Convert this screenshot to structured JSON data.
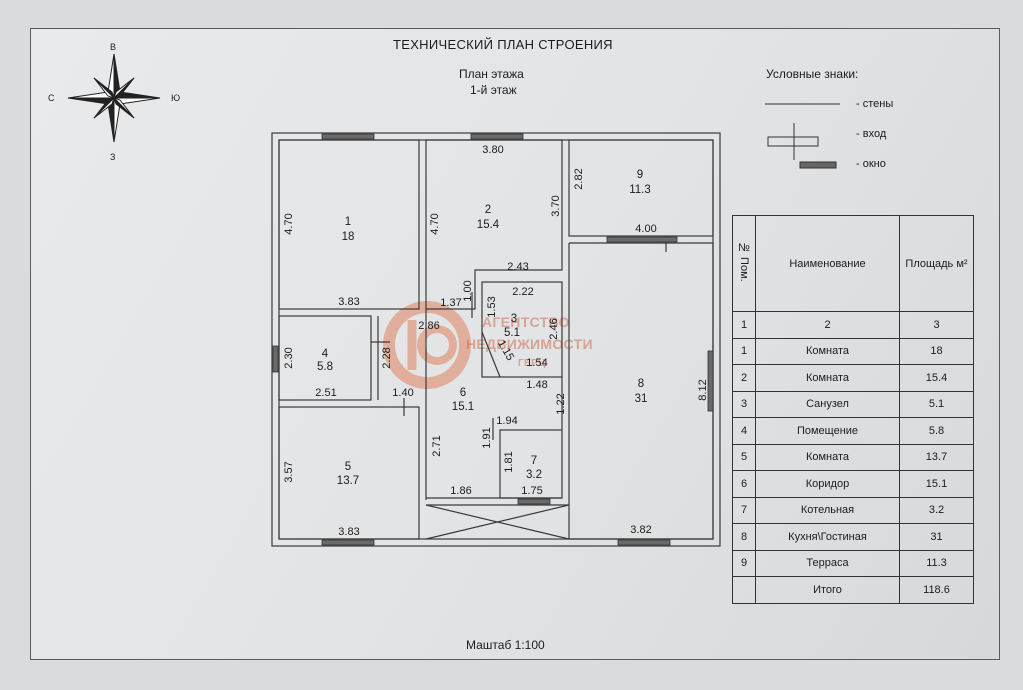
{
  "header": {
    "title": "ТЕХНИЧЕСКИЙ ПЛАН СТРОЕНИЯ",
    "subtitle1": "План этажа",
    "subtitle2": "1-й этаж"
  },
  "compass": {
    "north": "В",
    "south": "З",
    "west": "С",
    "east": "Ю"
  },
  "legend": {
    "title": "Условные знаки:",
    "walls": "- стены",
    "entrance": "- вход",
    "window": "- окно"
  },
  "plan": {
    "rooms": [
      {
        "num": "1",
        "area": "18"
      },
      {
        "num": "2",
        "area": "15.4"
      },
      {
        "num": "3",
        "area": "5.1"
      },
      {
        "num": "4",
        "area": "5.8"
      },
      {
        "num": "5",
        "area": "13.7"
      },
      {
        "num": "6",
        "area": "15.1"
      },
      {
        "num": "7",
        "area": "3.2"
      },
      {
        "num": "8",
        "area": "31"
      },
      {
        "num": "9",
        "area": "11.3"
      }
    ],
    "dims": {
      "r1_h": "4.70",
      "r1_w": "3.83",
      "r2_top": "3.80",
      "r2_h": "4.70",
      "r2_right": "3.70",
      "r2_bottom": "2.43",
      "r9_h": "2.82",
      "r8_top": "4.00",
      "r3_top": "2.22",
      "r3_left": "1.53",
      "r3_right": "2.46",
      "r3_bottom": "1.54",
      "r3_diag": "1.15",
      "r6_137": "1.37",
      "r6_100": "1.00",
      "r6_286": "2.86",
      "r6_228": "2.28",
      "r4_h": "2.30",
      "r4_w": "2.51",
      "r6_140": "1.40",
      "r6_148": "1.48",
      "r6_122": "1.22",
      "r6_194": "1.94",
      "r6_191": "1.91",
      "r6_271": "2.71",
      "r6_186": "1.86",
      "r7_h": "1.81",
      "r7_w": "1.75",
      "r5_h": "3.57",
      "r5_w": "3.83",
      "r8_h": "8.12",
      "r8_w": "3.82"
    }
  },
  "table": {
    "headers": [
      "№ Пом.",
      "Наименование",
      "Площадь м²"
    ],
    "index_row": [
      "1",
      "2",
      "3"
    ],
    "rows": [
      [
        "1",
        "Комната",
        "18"
      ],
      [
        "2",
        "Комната",
        "15.4"
      ],
      [
        "3",
        "Санузел",
        "5.1"
      ],
      [
        "4",
        "Помещение",
        "5.8"
      ],
      [
        "5",
        "Комната",
        "13.7"
      ],
      [
        "6",
        "Коридор",
        "15.1"
      ],
      [
        "7",
        "Котельная",
        "3.2"
      ],
      [
        "8",
        "Кухня\\Гостиная",
        "31"
      ],
      [
        "9",
        "Терраса",
        "11.3"
      ]
    ],
    "total_label": "Итого",
    "total_value": "118.6"
  },
  "watermark": {
    "line1": "АГЕНТСТВО",
    "line2": "НЕДВИЖИМОСТИ",
    "line3": "ГЕРЦ"
  },
  "footer": {
    "scale": "Маштаб 1:100"
  },
  "colors": {
    "wall": "#4d4d4d",
    "line": "#3a3a3a",
    "watermark": "#e0825f"
  }
}
